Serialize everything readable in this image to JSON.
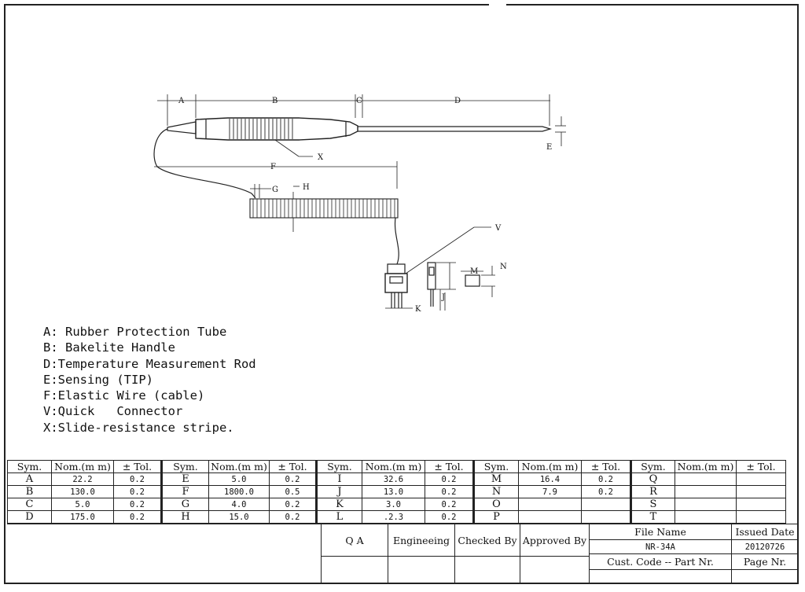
{
  "drawing": {
    "dimension_labels": [
      "A",
      "B",
      "C",
      "D",
      "E",
      "F",
      "G",
      "H",
      "X",
      "V",
      "M",
      "N",
      "J",
      "K"
    ]
  },
  "legend": [
    "A: Rubber Protection Tube",
    "B: Bakelite Handle",
    "D:Temperature Measurement Rod",
    "E:Sensing (TIP)",
    "F:Elastic Wire (cable)",
    "V:Quick   Connector",
    "X:Slide-resistance stripe."
  ],
  "spec_table": {
    "headers": [
      "Sym.",
      "Nom.(m m)",
      "±  Tol."
    ],
    "groups": [
      [
        [
          "A",
          "22.2",
          "0.2"
        ],
        [
          "B",
          "130.0",
          "0.2"
        ],
        [
          "C",
          "5.0",
          "0.2"
        ],
        [
          "D",
          "175.0",
          "0.2"
        ]
      ],
      [
        [
          "E",
          "5.0",
          "0.2"
        ],
        [
          "F",
          "1800.0",
          "0.5"
        ],
        [
          "G",
          "4.0",
          "0.2"
        ],
        [
          "H",
          "15.0",
          "0.2"
        ]
      ],
      [
        [
          "I",
          "32.6",
          "0.2"
        ],
        [
          "J",
          "13.0",
          "0.2"
        ],
        [
          "K",
          "3.0",
          "0.2"
        ],
        [
          "L",
          ".2.3",
          "0.2"
        ]
      ],
      [
        [
          "M",
          "16.4",
          "0.2"
        ],
        [
          "N",
          "7.9",
          "0.2"
        ],
        [
          "O",
          "",
          ""
        ],
        [
          "P",
          "",
          ""
        ]
      ],
      [
        [
          "Q",
          "",
          ""
        ],
        [
          "R",
          "",
          ""
        ],
        [
          "S",
          "",
          ""
        ],
        [
          "T",
          "",
          ""
        ]
      ]
    ]
  },
  "title_block": {
    "qa": "Q   A",
    "engineering": "Engineeing",
    "checked_by": "Checked By",
    "approved_by": "Approved By",
    "file_name_label": "File Name",
    "file_name": "NR-34A",
    "issued_date_label": "Issued Date",
    "issued_date": "20120726",
    "cust_code_label": "Cust. Code -- Part Nr.",
    "page_label": "Page  Nr."
  }
}
